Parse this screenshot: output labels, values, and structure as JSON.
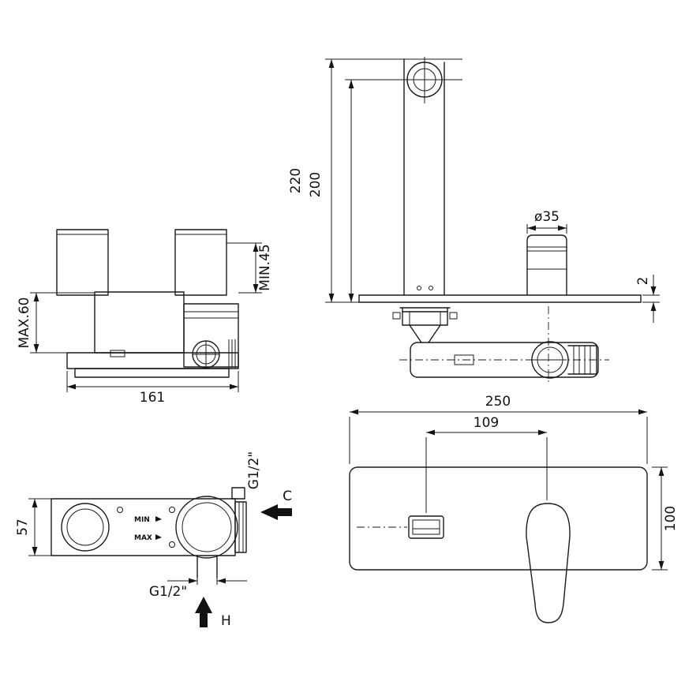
{
  "views": {
    "rough_in_side": {
      "dims": {
        "max": "MAX.60",
        "min": "MIN.45",
        "width": "161"
      }
    },
    "mixer_side": {
      "dims": {
        "h_total": "220",
        "h_spout": "200",
        "handle_dia": "ø35",
        "plate_t": "2"
      }
    },
    "rough_in_front": {
      "dims": {
        "height": "57",
        "thread_side": "G1/2\"",
        "thread_bottom": "G1/2\""
      },
      "labels": {
        "c": "C",
        "h": "H",
        "min": "MIN",
        "max": "MAX"
      }
    },
    "mixer_front": {
      "dims": {
        "width": "250",
        "spacing": "109",
        "height": "100"
      }
    }
  }
}
